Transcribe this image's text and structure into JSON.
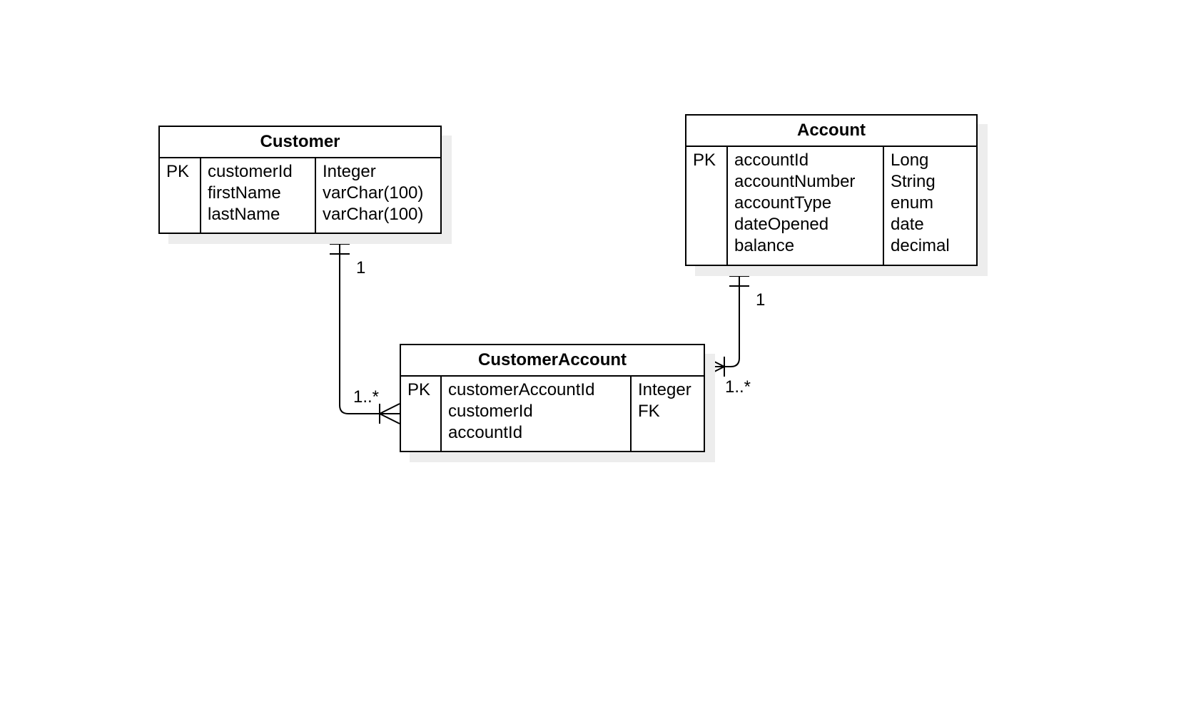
{
  "diagram": {
    "entities": [
      {
        "id": "customer",
        "title": "Customer",
        "key": [
          "PK"
        ],
        "fields": [
          "customerId",
          "firstName",
          "lastName"
        ],
        "types": [
          "Integer",
          "varChar(100)",
          "varChar(100)"
        ]
      },
      {
        "id": "account",
        "title": "Account",
        "key": [
          "PK"
        ],
        "fields": [
          "accountId",
          "accountNumber",
          "accountType",
          "dateOpened",
          "balance"
        ],
        "types": [
          "Long",
          "String",
          "enum",
          "date",
          "decimal"
        ]
      },
      {
        "id": "customeraccount",
        "title": "CustomerAccount",
        "key": [
          "PK"
        ],
        "fields": [
          "customerAccountId",
          "customerId",
          "accountId"
        ],
        "types": [
          "Integer",
          "FK"
        ]
      }
    ],
    "relationships": [
      {
        "from": "Customer",
        "to": "CustomerAccount",
        "from_cardinality": "1",
        "to_cardinality": "1..*",
        "from_marker": "mandatory-one",
        "to_marker": "one-or-many"
      },
      {
        "from": "Account",
        "to": "CustomerAccount",
        "from_cardinality": "1",
        "to_cardinality": "1..*",
        "from_marker": "mandatory-one",
        "to_marker": "one-or-many"
      }
    ]
  }
}
